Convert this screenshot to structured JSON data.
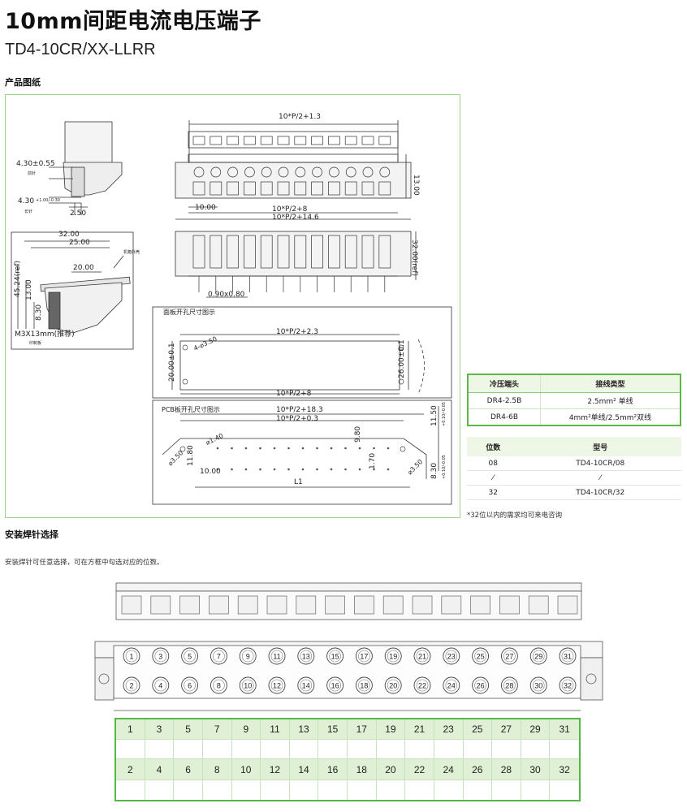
{
  "page": {
    "title": "10mm间距电流电压端子",
    "subtitle": "TD4-10CR/XX-LLRR"
  },
  "sections": {
    "drawings": "产品图纸",
    "pin_select": "安装焊针选择",
    "pin_select_note": "安装焊针可任意选择，可在方框中勾选对应的位数。"
  },
  "drawing_labels": {
    "side_dim_1": "4.30±0.55",
    "side_dim_1_sub": "前针",
    "side_dim_2": "4.30",
    "side_dim_2_tol": "+1.00/-0.30",
    "side_dim_2_sub": "长针",
    "side_dim_3": "2.50",
    "top_width": "10*P/2+1.3",
    "height_13": "13.00",
    "dim_10": "10.00",
    "dim_p8": "10*P/2+8",
    "dim_p146": "10*P/2+14.6",
    "height_32": "32.00(ref)",
    "pin_size": "0.90x0.80",
    "mount_32": "32.00",
    "mount_25": "25.00",
    "mount_20": "20.00",
    "mount_4524": "45.24(ref)",
    "mount_13": "13.00",
    "mount_83": "8.30",
    "mount_screw": "M3X13mm(推荐)",
    "mount_panel_note": "机箱外壳",
    "mount_pcb_note": "印制板",
    "panel_title": "面板开孔尺寸图示",
    "panel_top": "10*P/2+2.3",
    "panel_hole": "4-⌀3.50",
    "panel_h": "20.00±0.1",
    "panel_h2": "26.00±0.1",
    "panel_bottom": "10*P/2+8",
    "pcb_title": "PCB板开孔尺寸图示",
    "pcb_top1": "10*P/2+18.3",
    "pcb_top2": "10*P/2+0.3",
    "pcb_r1": "11.50",
    "pcb_r1_tol": "+0.10/-0.05",
    "pcb_d140": "⌀1.40",
    "pcb_980": "9.80",
    "pcb_350a": "⌀3.50",
    "pcb_1180": "11.80",
    "pcb_170": "1.70",
    "pcb_350b": "⌀3.50",
    "pcb_830": "8.30",
    "pcb_830_tol": "+0.10/-0.05",
    "pcb_1000": "10.00",
    "pcb_l1": "L1"
  },
  "crimp_table": {
    "headers": [
      "冷压端头",
      "接线类型"
    ],
    "rows": [
      [
        "DR4-2.5B",
        "2.5mm² 单线"
      ],
      [
        "DR4-6B",
        "4mm²单线/2.5mm²双线"
      ]
    ]
  },
  "model_table": {
    "headers": [
      "位数",
      "型号"
    ],
    "rows": [
      [
        "08",
        "TD4-10CR/08"
      ],
      [
        "⁄",
        "⁄"
      ],
      [
        "32",
        "TD4-10CR/32"
      ]
    ],
    "note": "*32位以内的需求均可来电咨询"
  },
  "terminal": {
    "top_row": [
      "1",
      "3",
      "5",
      "7",
      "9",
      "11",
      "13",
      "15",
      "17",
      "19",
      "21",
      "23",
      "25",
      "27",
      "29",
      "31"
    ],
    "bottom_row": [
      "2",
      "4",
      "6",
      "8",
      "10",
      "12",
      "14",
      "16",
      "18",
      "20",
      "22",
      "24",
      "26",
      "28",
      "30",
      "32"
    ]
  },
  "pin_grid": {
    "odd": [
      "1",
      "3",
      "5",
      "7",
      "9",
      "11",
      "13",
      "15",
      "17",
      "19",
      "21",
      "23",
      "25",
      "27",
      "29",
      "31"
    ],
    "even": [
      "2",
      "4",
      "6",
      "8",
      "10",
      "12",
      "14",
      "16",
      "18",
      "20",
      "22",
      "24",
      "26",
      "28",
      "30",
      "32"
    ]
  },
  "colors": {
    "accent": "#55b748",
    "header_bg": "#dff0d4"
  }
}
